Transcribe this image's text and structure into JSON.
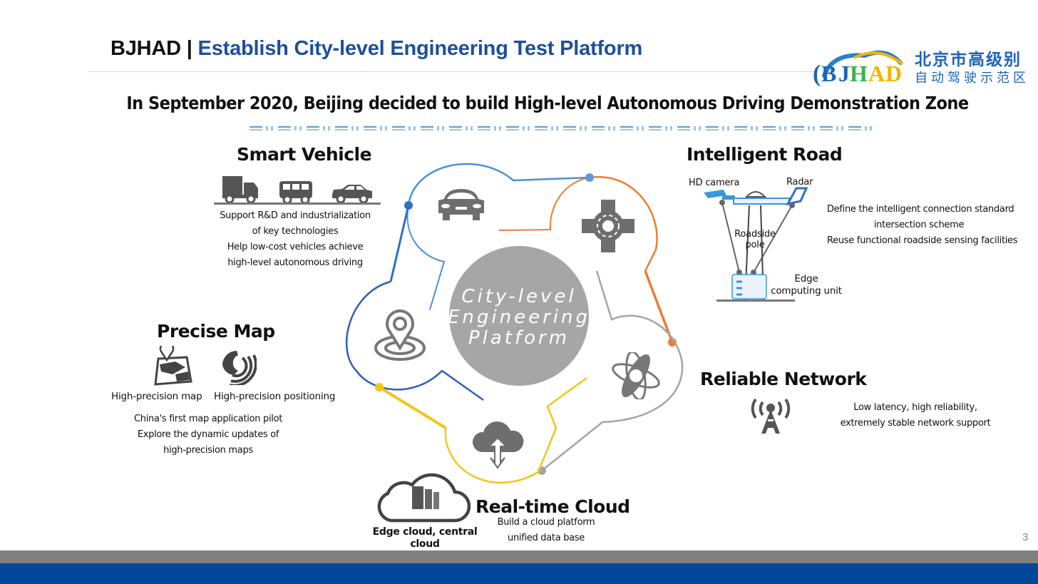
{
  "header": {
    "brand": "BJHAD",
    "separator": " | ",
    "title": "Establish City-level Engineering Test Platform"
  },
  "logo": {
    "mark_text": "BJHAD",
    "cn_line1": "北京市高级别",
    "cn_line2": "自动驾驶示范区"
  },
  "subtitle": "In September 2020, Beijing decided to build High-level Autonomous Driving Demonstration Zone",
  "center": {
    "line1": "City-level",
    "line2": "Engineering",
    "line3": "Platform",
    "color": "#a6a6a6"
  },
  "sections": {
    "smart_vehicle": {
      "title": "Smart Vehicle",
      "lines": [
        "Support R&D and industrialization",
        "of key technologies",
        "Help low-cost vehicles achieve",
        "high-level autonomous driving"
      ],
      "icons": [
        "truck-icon",
        "van-icon",
        "sedan-icon"
      ],
      "color": "#4a90d9"
    },
    "intelligent_road": {
      "title": "Intelligent Road",
      "labels": {
        "hd_camera": "HD camera",
        "radar": "Radar",
        "roadside_pole": "Roadside pole",
        "roadside_pole_l1": "Roadside",
        "roadside_pole_l2": "pole",
        "edge_unit_l1": "Edge",
        "edge_unit_l2": "computing unit"
      },
      "lines": [
        "Define the intelligent connection standard",
        "intersection scheme",
        "Reuse functional roadside sensing facilities"
      ],
      "color": "#ed7d31"
    },
    "reliable_network": {
      "title": "Reliable Network",
      "lines": [
        "Low latency, high reliability,",
        "extremely stable network support"
      ],
      "color": "#a5a5a5"
    },
    "realtime_cloud": {
      "title": "Real-time Cloud",
      "lines": [
        "Build a cloud platform",
        "unified data base"
      ],
      "cloud_label_l1": "Edge cloud, central",
      "cloud_label_l2": "cloud",
      "color": "#f5c518"
    },
    "precise_map": {
      "title": "Precise Map",
      "icon_labels": [
        "High-precision map",
        "High-precision positioning"
      ],
      "lines": [
        "China's first map application pilot",
        "Explore the dynamic updates of",
        "high-precision maps"
      ],
      "color": "#2f5fb8"
    }
  },
  "page_number": "3",
  "footer": {
    "gray_bar_color": "#808080",
    "blue_bar_color": "#00479b"
  }
}
